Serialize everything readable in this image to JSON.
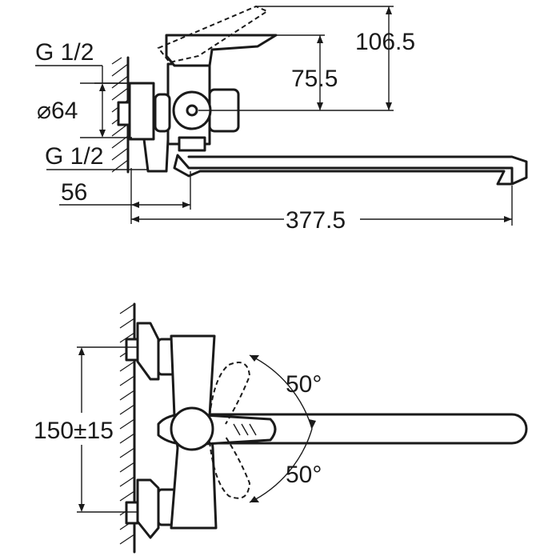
{
  "side_view": {
    "dims": {
      "thread_top": "G 1/2",
      "diameter": "⌀64",
      "thread_bottom": "G 1/2",
      "wall_offset": "56",
      "height_lever": "106.5",
      "height_body": "75.5",
      "spout_length": "377.5"
    }
  },
  "top_view": {
    "dims": {
      "center_distance": "150±15",
      "angle_up": "50°",
      "angle_down": "50°"
    }
  },
  "colors": {
    "line": "#1a1a1a",
    "background": "#ffffff"
  }
}
